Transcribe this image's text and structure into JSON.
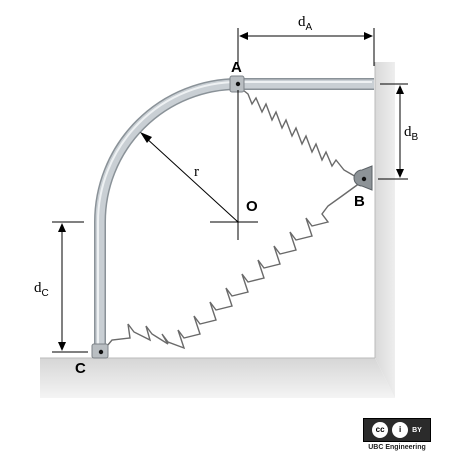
{
  "diagram": {
    "points": {
      "A": "A",
      "B": "B",
      "C": "C",
      "O": "O"
    },
    "dimensions": {
      "dA": {
        "main": "d",
        "sub": "A"
      },
      "dB": {
        "main": "d",
        "sub": "B"
      },
      "dC": {
        "main": "d",
        "sub": "C"
      },
      "radius": "r"
    },
    "colors": {
      "rod": "#c9cfd4",
      "rod_edge": "#8a9298",
      "wall": "#e4e4e4",
      "wall_shade": "#cfcfcf",
      "spring": "#6a6a6a",
      "line": "#000000"
    }
  },
  "license": {
    "icon_cc": "cc",
    "icon_by": "i",
    "by_label": "BY",
    "label": "UBC Engineering"
  }
}
